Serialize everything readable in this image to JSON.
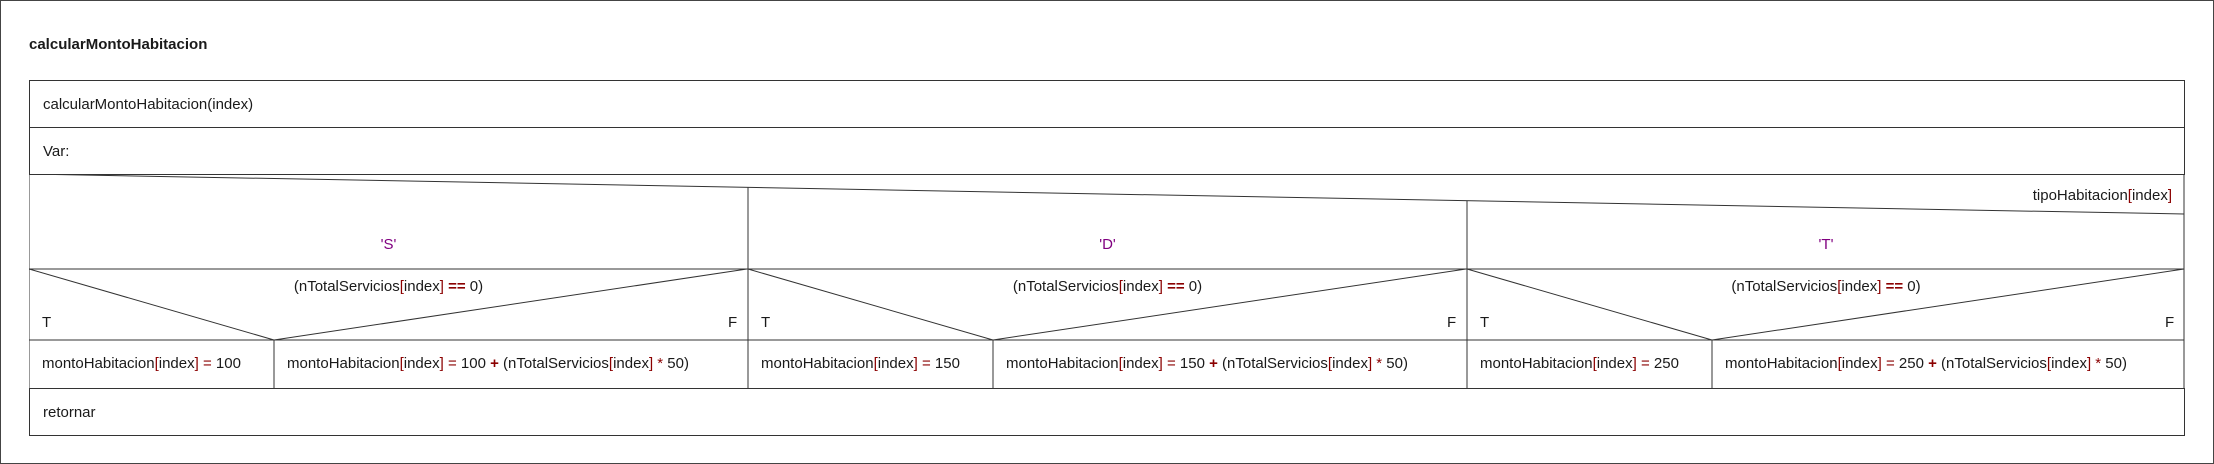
{
  "diagram_title": "calcularMontoHabitacion",
  "header": "calcularMontoHabitacion(index)",
  "var_label": "Var:",
  "switch": {
    "var_name": "tipoHabitacion",
    "bracket_open": "[",
    "index": "index",
    "bracket_close": "]"
  },
  "cases": [
    {
      "value": "'S'",
      "cond": {
        "pre": "(nTotalServicios",
        "lb": "[",
        "idx": "index",
        "rb": "]",
        "op": " == ",
        "val": "0)"
      },
      "true_label": "T",
      "false_label": "F",
      "true_stmt": {
        "a": "montoHabitacion",
        "lb": "[",
        "idx": "index",
        "rb": "]",
        "eq": " = ",
        "v": "100"
      },
      "false_stmt": {
        "a": "montoHabitacion",
        "lb": "[",
        "idx": "index",
        "rb": "]",
        "eq": " = ",
        "v": "100 ",
        "plus": "+",
        "b": " (nTotalServicios",
        "lb2": "[",
        "idx2": "index",
        "rb2": "]",
        "mul": " * ",
        "c": "50)"
      }
    },
    {
      "value": "'D'",
      "cond": {
        "pre": "(nTotalServicios",
        "lb": "[",
        "idx": "index",
        "rb": "]",
        "op": " == ",
        "val": "0)"
      },
      "true_label": "T",
      "false_label": "F",
      "true_stmt": {
        "a": "montoHabitacion",
        "lb": "[",
        "idx": "index",
        "rb": "]",
        "eq": " = ",
        "v": "150"
      },
      "false_stmt": {
        "a": "montoHabitacion",
        "lb": "[",
        "idx": "index",
        "rb": "]",
        "eq": " = ",
        "v": "150 ",
        "plus": "+",
        "b": " (nTotalServicios",
        "lb2": "[",
        "idx2": "index",
        "rb2": "]",
        "mul": " * ",
        "c": "50)"
      }
    },
    {
      "value": "'T'",
      "cond": {
        "pre": "(nTotalServicios",
        "lb": "[",
        "idx": "index",
        "rb": "]",
        "op": " == ",
        "val": "0)"
      },
      "true_label": "T",
      "false_label": "F",
      "true_stmt": {
        "a": "montoHabitacion",
        "lb": "[",
        "idx": "index",
        "rb": "]",
        "eq": " = ",
        "v": "250"
      },
      "false_stmt": {
        "a": "montoHabitacion",
        "lb": "[",
        "idx": "index",
        "rb": "]",
        "eq": " = ",
        "v": "250 ",
        "plus": "+",
        "b": " (nTotalServicios",
        "lb2": "[",
        "idx2": "index",
        "rb2": "]",
        "mul": " * ",
        "c": "50)"
      }
    }
  ],
  "return_label": "retornar",
  "colors": {
    "operator": "#8b0000",
    "case_value": "#800080",
    "line": "#333333"
  }
}
